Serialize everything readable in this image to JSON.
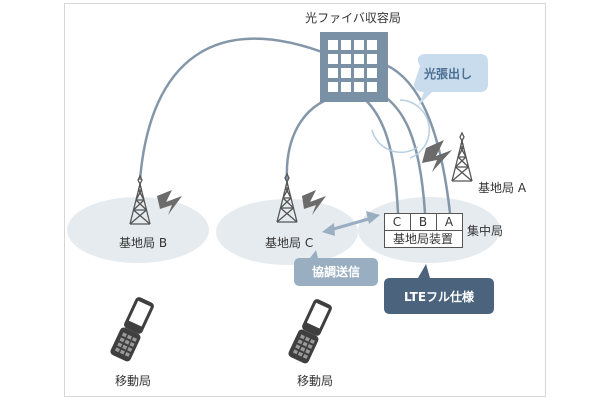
{
  "fiber_station": {
    "label": "光ファイバ収容局"
  },
  "callouts": {
    "fiber_extension": "光張出し",
    "coordinated_tx": "協調送信",
    "lte_full_spec": "LTEフル仕様"
  },
  "base_stations": {
    "a": "基地局 A",
    "b": "基地局 B",
    "c": "基地局 C"
  },
  "central_station": {
    "label": "集中局",
    "equipment_label": "基地局装置",
    "units": [
      "C",
      "B",
      "A"
    ]
  },
  "mobiles": {
    "left": "移動局",
    "right": "移動局"
  },
  "colors": {
    "line": "#8497a9",
    "ellipse": "#e6ebef",
    "building": "#7a90a4",
    "callout_light": "#c8dced",
    "callout_light_text": "#4c6f93",
    "callout_mid": "#9aaec1",
    "callout_dark": "#4b637c",
    "bolt": "#6b6b6b",
    "tower": "#555555",
    "phone": "#3f3f3f",
    "frame": "#d6d6d6"
  }
}
